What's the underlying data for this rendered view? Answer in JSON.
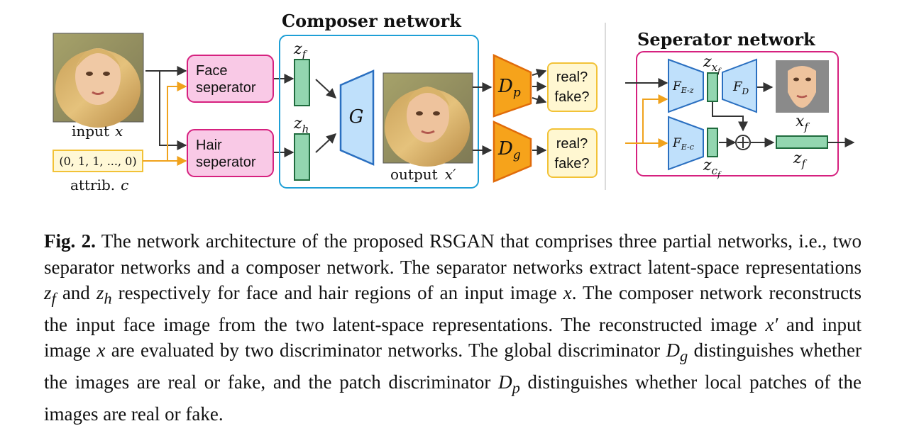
{
  "diagram": {
    "composer_title": "Composer network",
    "separator_title": "Seperator network",
    "input_label": "input",
    "input_var": "x",
    "attrib_vector": "(0, 1, 1, ..., 0)",
    "attrib_label": "attrib.",
    "attrib_var": "c",
    "face_sep": [
      "Face",
      "seperator"
    ],
    "hair_sep": [
      "Hair",
      "seperator"
    ],
    "zf": "z",
    "zf_sub": "f",
    "zh": "z",
    "zh_sub": "h",
    "generator": "G",
    "output_label": "output",
    "output_var": "x′",
    "dp": "D",
    "dp_sub": "p",
    "dg": "D",
    "dg_sub": "g",
    "real_fake_1": [
      "real?",
      "fake?"
    ],
    "real_fake_2": [
      "real?",
      "fake?"
    ],
    "fez": "F",
    "fez_sub": "E-z",
    "fec": "F",
    "fec_sub": "E-c",
    "fd": "F",
    "fd_sub": "D",
    "zxf": "z",
    "zxf_sub": "x",
    "zxf_subsub": "f",
    "xf": "x",
    "xf_sub": "f",
    "zcf": "z",
    "zcf_sub": "c",
    "zcf_subsub": "f",
    "zf_out": "z",
    "zf_out_sub": "f",
    "plus": "+",
    "colors": {
      "composer_border": "#1e9fd6",
      "separator_border": "#d6217f",
      "separator_fill": "#f9c9e6",
      "latent_fill": "#93d6b0",
      "latent_border": "#1f6b3d",
      "generator_fill": "#bfe0fb",
      "generator_border": "#2a6fc0",
      "discriminator_fill": "#f6a31b",
      "discriminator_border": "#e06b0a",
      "realfake_fill": "#fff7d1",
      "realfake_border": "#f2c237",
      "attrib_fill": "#fff8d6",
      "attrib_border": "#f2c237",
      "orange_arrow": "#f0a21c"
    }
  },
  "caption": {
    "fig_label": "Fig. 2.",
    "t1": " The network architecture of the proposed RSGAN that comprises three partial networks, i.e., two separator networks and a composer network. The separator networks extract latent-space representations ",
    "zf_main": "z",
    "zf_sub": "f",
    "t2": " and ",
    "zh_main": "z",
    "zh_sub": "h",
    "t3": " respectively for face and hair regions of an input image ",
    "x1": "x",
    "t4": ". The composer network reconstructs the input face image from the two latent-space representations. The reconstructed image ",
    "xprime": "x′",
    "t5": " and input image ",
    "x2": "x",
    "t6": " are evaluated by two discriminator networks. The global discriminator ",
    "dg_main": "D",
    "dg_sub": "g",
    "t7": " distinguishes whether the images are real or fake, and the patch discriminator ",
    "dp_main": "D",
    "dp_sub": "p",
    "t8": " distinguishes whether local patches of the images are real or fake."
  }
}
